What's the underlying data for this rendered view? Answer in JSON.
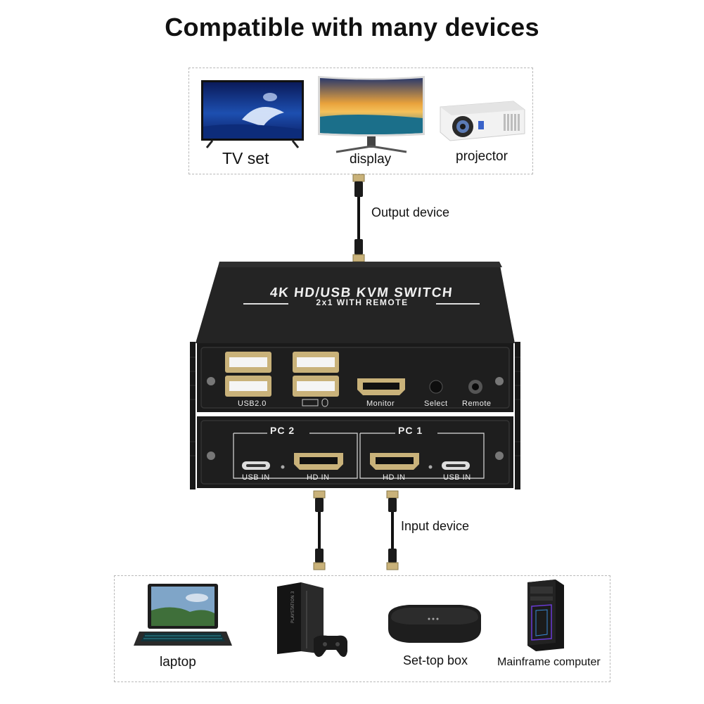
{
  "title": "Compatible with many devices",
  "output_devices": [
    {
      "label": "TV set",
      "icon": "tv-icon"
    },
    {
      "label": "display",
      "icon": "monitor-icon"
    },
    {
      "label": "projector",
      "icon": "projector-icon"
    }
  ],
  "input_devices": [
    {
      "label": "laptop",
      "icon": "laptop-icon"
    },
    {
      "label": "",
      "icon": "game-console-icon"
    },
    {
      "label": "Set-top box",
      "icon": "set-top-box-icon"
    },
    {
      "label": "Mainframe computer",
      "icon": "desktop-tower-icon"
    }
  ],
  "cables": {
    "output_label": "Output device",
    "input_label": "Input device"
  },
  "switch": {
    "top_title": "4K HD/USB KVM SWITCH",
    "top_subtitle": "2x1 WITH REMOTE",
    "rear": {
      "usb_label": "USB2.0",
      "monitor_label": "Monitor",
      "select_label": "Select",
      "remote_label": "Remote"
    },
    "front": {
      "pc2_label": "PC 2",
      "pc1_label": "PC 1",
      "usb_in_label": "USB IN",
      "hd_in_label": "HD IN"
    }
  },
  "colors": {
    "case": "#1c1c1c",
    "case_top": "#262626",
    "port_gold": "#c9b27a",
    "dashed_border": "#b8b8b8"
  }
}
